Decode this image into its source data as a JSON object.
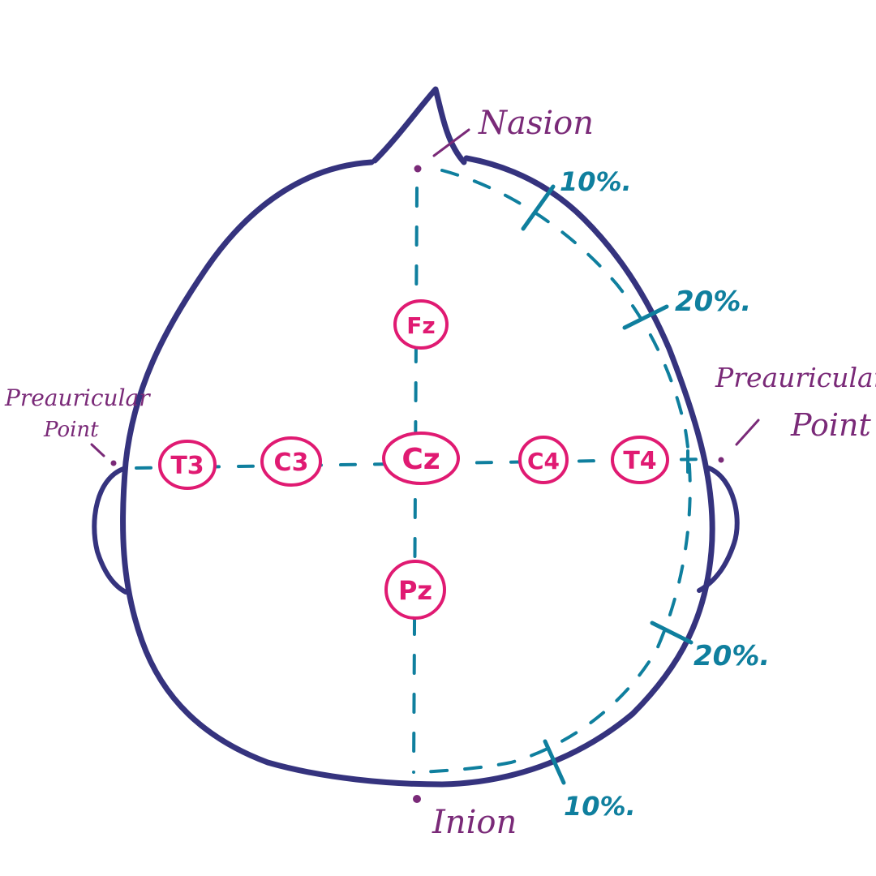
{
  "colors": {
    "head": "#35337e",
    "guide": "#0f7f9e",
    "electrode": "#e01a72",
    "label": "#7a2a78"
  },
  "labels": {
    "nasion": "Nasion",
    "inion": "Inion",
    "preauricular_left_1": "Preauricular",
    "preauricular_left_2": "Point",
    "preauricular_right_1": "Preauricular",
    "preauricular_right_2": "Point"
  },
  "percentages": {
    "top_10": "10%.",
    "top_20": "20%.",
    "bottom_20": "20%.",
    "bottom_10": "10%."
  },
  "electrodes": {
    "fz": "Fz",
    "cz": "Cz",
    "pz": "Pz",
    "t3": "T3",
    "c3": "C3",
    "c4": "C4",
    "t4": "T4"
  }
}
